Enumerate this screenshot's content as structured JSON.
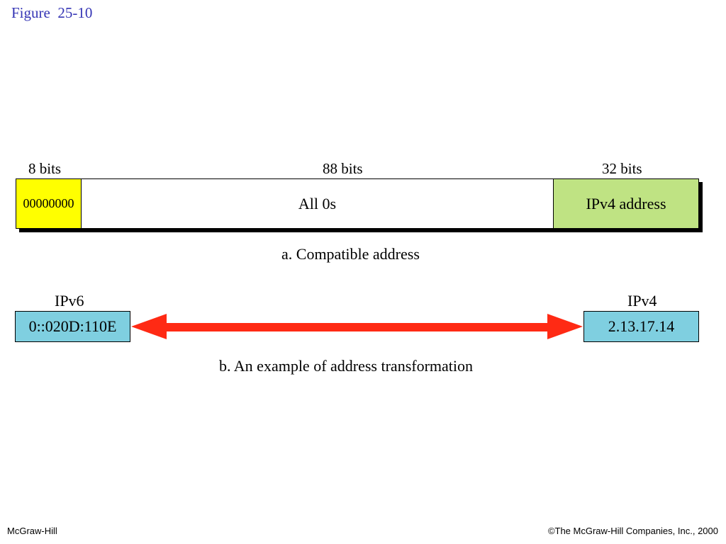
{
  "figure_title": "Figure  25-10",
  "part_a": {
    "bits_labels": {
      "prefix": "8 bits",
      "zeros": "88 bits",
      "ipv4": "32 bits"
    },
    "segments": {
      "prefix": "00000000",
      "zeros": "All 0s",
      "ipv4": "IPv4 address"
    },
    "caption": "a. Compatible address"
  },
  "part_b": {
    "ipv6_label": "IPv6",
    "ipv4_label": "IPv4",
    "ipv6_value": "0::020D:110E",
    "ipv4_value": "2.13.17.14",
    "caption": "b. An example of address transformation"
  },
  "colors": {
    "title": "#3535b5",
    "prefix_fill": "#ffff00",
    "ipv4_fill": "#bfe383",
    "box_fill": "#7fcfe0",
    "arrow": "#ff2a14"
  },
  "footer": {
    "left": "McGraw-Hill",
    "right": "©The McGraw-Hill Companies, Inc., 2000"
  }
}
